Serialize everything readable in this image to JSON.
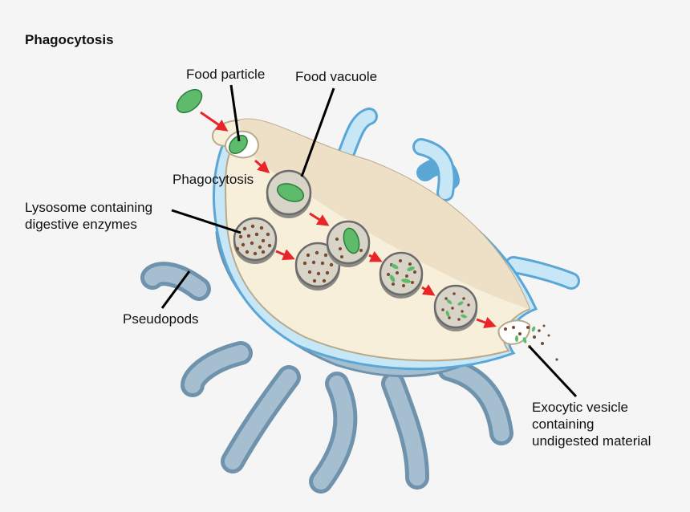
{
  "title": "Phagocytosis",
  "labels": {
    "food_particle": "Food particle",
    "food_vacuole": "Food vacuole",
    "phagocytosis": "Phagocytosis",
    "lysosome_line1": "Lysosome containing",
    "lysosome_line2": "digestive enzymes",
    "pseudopods": "Pseudopods",
    "exocytic_line1": "Exocytic vesicle",
    "exocytic_line2": "containing",
    "exocytic_line3": "undigested material"
  },
  "colors": {
    "background": "#f5f5f5",
    "cytoplasm": "#f7efd9",
    "cytoplasm_upper": "#eedfc7",
    "membrane_blue": "#5aa7d6",
    "pseudopod_blue": "#a5bfd1",
    "vesicle_fill": "#d8d4c8",
    "enzyme_dots": "#7a4a2e",
    "food_green": "#5dbb6b",
    "arrow_red": "#e8262a"
  }
}
